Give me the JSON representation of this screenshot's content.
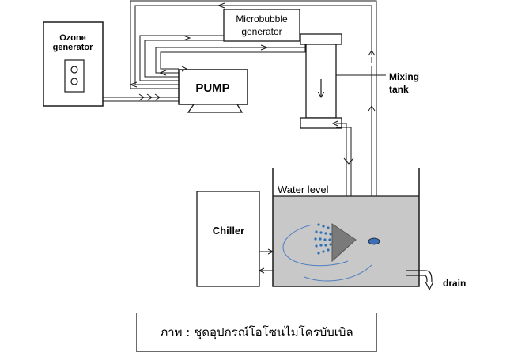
{
  "labels": {
    "ozone_generator_line1": "Ozone",
    "ozone_generator_line2": "generator",
    "microbubble_line1": "Microbubble",
    "microbubble_line2": "generator",
    "pump": "PUMP",
    "mixing_tank_line1": "Mixing",
    "mixing_tank_line2": "tank",
    "chiller": "Chiller",
    "water_level": "Water level",
    "drain": "drain"
  },
  "caption": "ภาพ : ชุดอุปกรณ์โอโซนไมโครบับเบิล",
  "colors": {
    "stroke": "#1a1a1a",
    "water": "#c8c8c8",
    "diffuser": "#7a7a7a",
    "bubbles": "#2f6fb5",
    "nozzle": "#3a6fb8",
    "swirl": "#4f7fbf"
  }
}
